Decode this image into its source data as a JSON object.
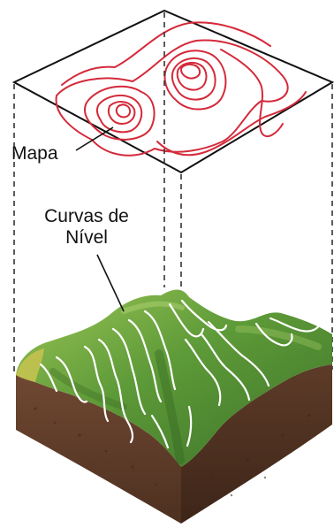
{
  "labels": {
    "map": "Mapa",
    "contour_line1": "Curvas de",
    "contour_line2": "Nível"
  },
  "colors": {
    "map_contours": "#d42a3a",
    "terrain_contours": "#ffffff",
    "grass_light": "#8cbc4a",
    "grass_dark": "#3f7a2c",
    "soil": "#6a4530",
    "soil_dark": "#4a2e1f"
  }
}
